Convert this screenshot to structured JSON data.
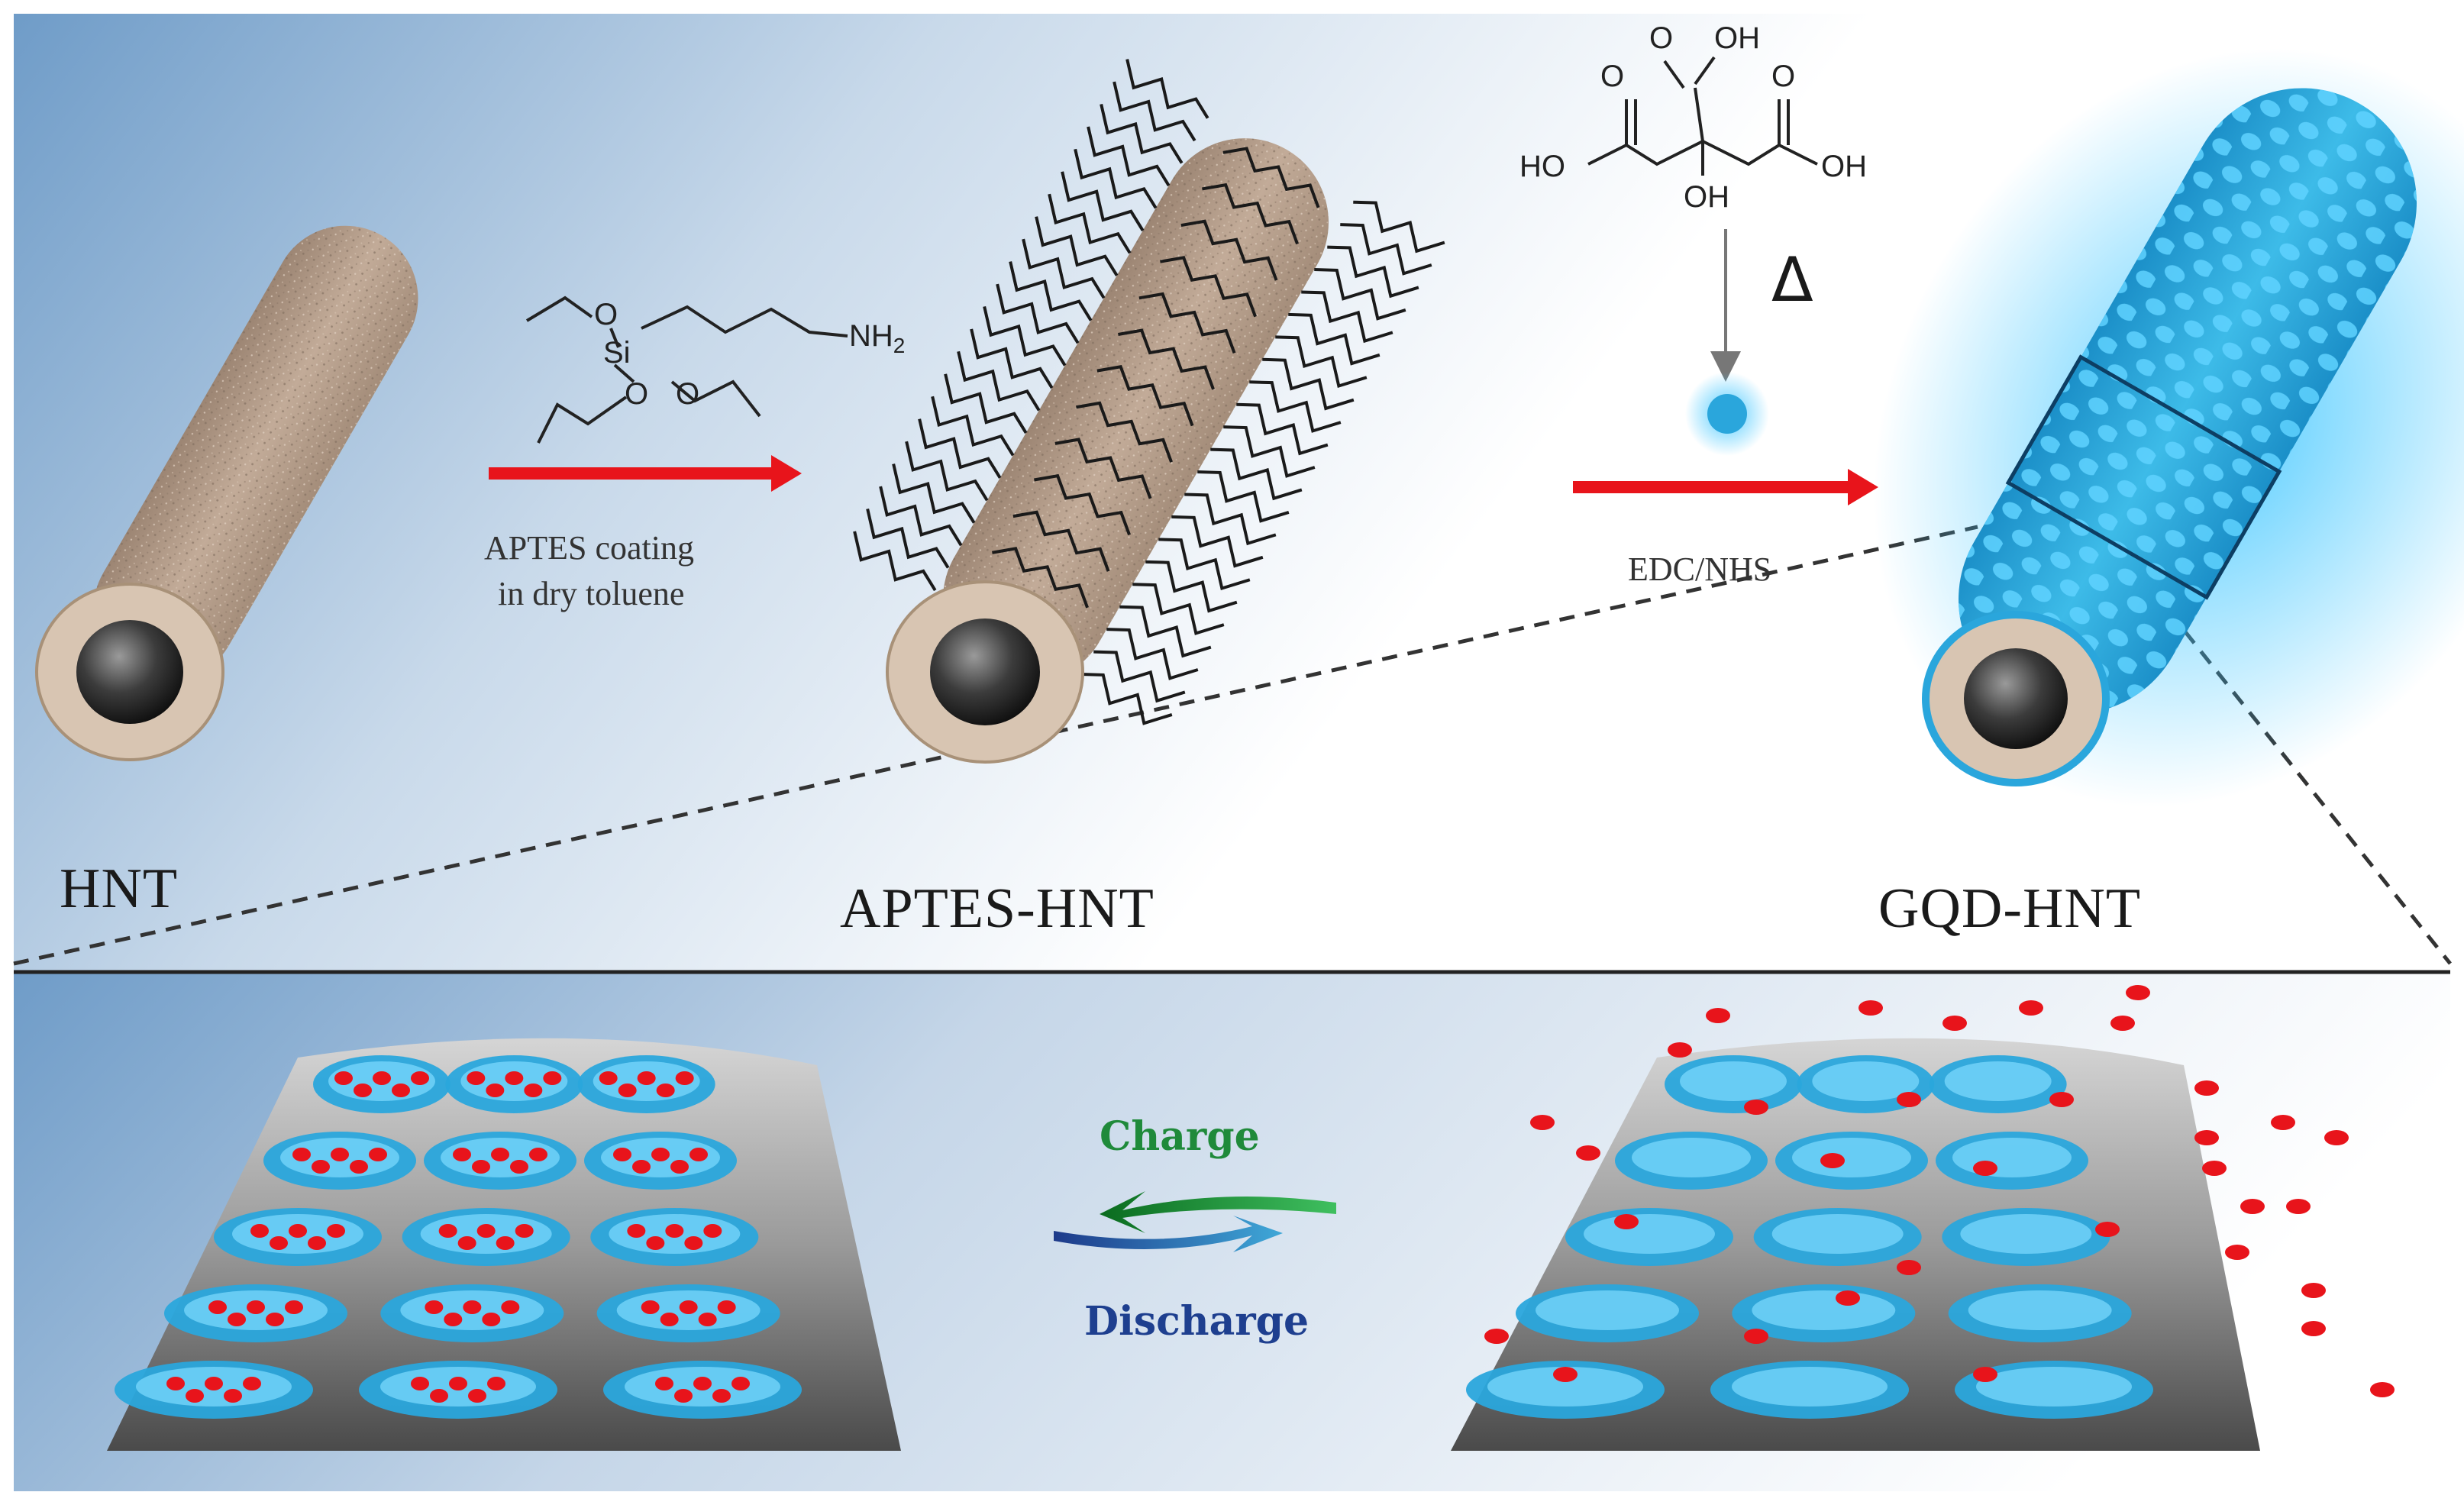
{
  "top_panel": {
    "stage1_label": "HNT",
    "stage2_label": "APTES-HNT",
    "stage3_label": "GQD-HNT",
    "arrow1_caption_line1": "APTES coating",
    "arrow1_caption_line2": "in dry toluene",
    "arrow2_caption": "EDC/NHS",
    "heat_symbol": "Δ"
  },
  "aptes_structure": {
    "oxygen_1": "O",
    "oxygen_2": "O",
    "oxygen_3": "O",
    "silicon": "Si",
    "amine": "NH",
    "amine_subscript": "2"
  },
  "citric_acid_structure": {
    "oh_top": "OH",
    "oh_left": "HO",
    "oh_right": "OH",
    "oh_center": "OH",
    "o_left": "O",
    "o_top": "O",
    "o_right": "O"
  },
  "bottom_panel": {
    "charge_label": "Charge",
    "discharge_label": "Discharge"
  },
  "colors": {
    "arrow_red": "#e8141b",
    "charge_green": "#1f8a3a",
    "discharge_blue": "#1e3f8f",
    "gqd_blue": "#2aa6dc",
    "tube_brown": "#b89f8a",
    "ion_red": "#e8141b"
  }
}
